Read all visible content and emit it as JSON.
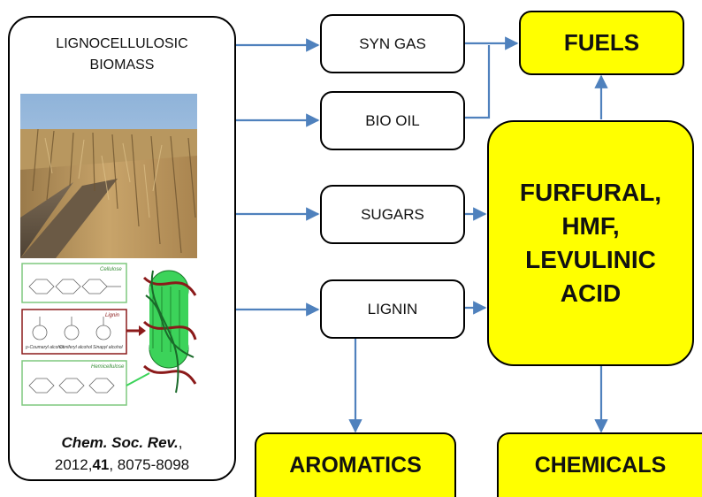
{
  "biomass": {
    "title": "LIGNOCELLULOSIC\nBIOMASS",
    "photo_icon": "corn-field-photo",
    "structure_icon": "lignocellulose-structure-diagram",
    "structure_labels": {
      "cellulose": "Cellulose",
      "lignin": "Lignin",
      "hemicellulose": "Hemicellulose",
      "alcohols": [
        "p-Coumaryl alcohol",
        "Coniferyl alcohol",
        "Sinapyl alcohol"
      ]
    },
    "citation": {
      "journal": "Chem. Soc. Rev.",
      "separator": ",",
      "year_prefix": "2012,",
      "volume": "41",
      "pages": ", 8075-8098"
    }
  },
  "intermediates": {
    "syngas": "SYN GAS",
    "biooil": "BIO OIL",
    "sugars": "SUGARS",
    "lignin": "LIGNIN"
  },
  "platform": {
    "label": "FURFURAL,\nHMF,\nLEVULINIC\nACID"
  },
  "products": {
    "fuels": "FUELS",
    "aromatics": "AROMATICS",
    "chemicals": "CHEMICALS"
  },
  "colors": {
    "arrow": "#4f81bd",
    "product_fill": "#ffff00",
    "box_border": "#000000",
    "cellulose_border": "#7fc97f",
    "lignin_border": "#8b1a1a",
    "fiber_green": "#3cd35a",
    "fiber_red": "#8b1a1a"
  }
}
